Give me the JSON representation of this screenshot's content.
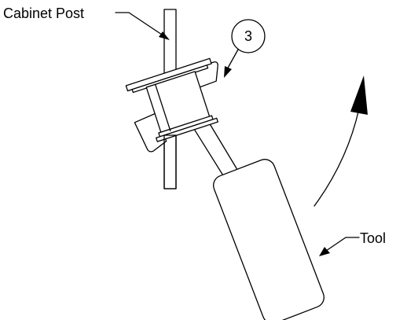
{
  "labels": {
    "cabinet_post": "Cabinet Post",
    "tool": "Tool",
    "callout_number": "3"
  },
  "colors": {
    "line": "#000000",
    "background": "#ffffff"
  }
}
